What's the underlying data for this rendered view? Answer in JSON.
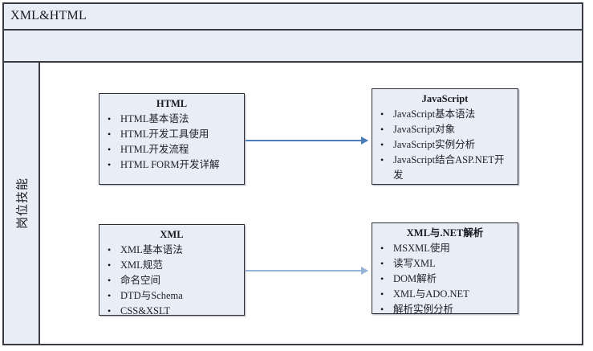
{
  "header": {
    "title": "XML&HTML",
    "band_text": ""
  },
  "sidebar": {
    "label": "岗位技能"
  },
  "diagram": {
    "nodes": [
      {
        "id": "html",
        "title": "HTML",
        "items": [
          "HTML基本语法",
          "HTML开发工具使用",
          "HTML开发流程",
          "HTML FORM开发详解"
        ]
      },
      {
        "id": "javascript",
        "title": "JavaScript",
        "items": [
          "JavaScript基本语法",
          "JavaScript对象",
          "JavaScript实例分析",
          "JavaScript结合ASP.NET开发"
        ]
      },
      {
        "id": "xml",
        "title": "XML",
        "items": [
          "XML基本语法",
          "XML规范",
          "命名空间",
          "DTD与Schema",
          "CSS&XSLT"
        ]
      },
      {
        "id": "xml-net",
        "title": "XML与.NET解析",
        "items": [
          "MSXML使用",
          "读写XML",
          "DOM解析",
          "XML与ADO.NET",
          "解析实例分析"
        ]
      }
    ],
    "connectors": [
      {
        "id": "html-to-javascript",
        "from": "html",
        "to": "javascript",
        "color": "#4a7ebb"
      },
      {
        "id": "xml-to-xml-net",
        "from": "xml",
        "to": "xml-net",
        "color": "#95b3d7"
      }
    ],
    "bullet_glyph": "•"
  },
  "colors": {
    "node_fill": "#e8edf6",
    "node_border": "#2f2f39",
    "frame_border": "#3a3a44",
    "header_fill": "#e8edf6",
    "arrow_primary": "#4a7ebb",
    "arrow_secondary": "#95b3d7"
  }
}
